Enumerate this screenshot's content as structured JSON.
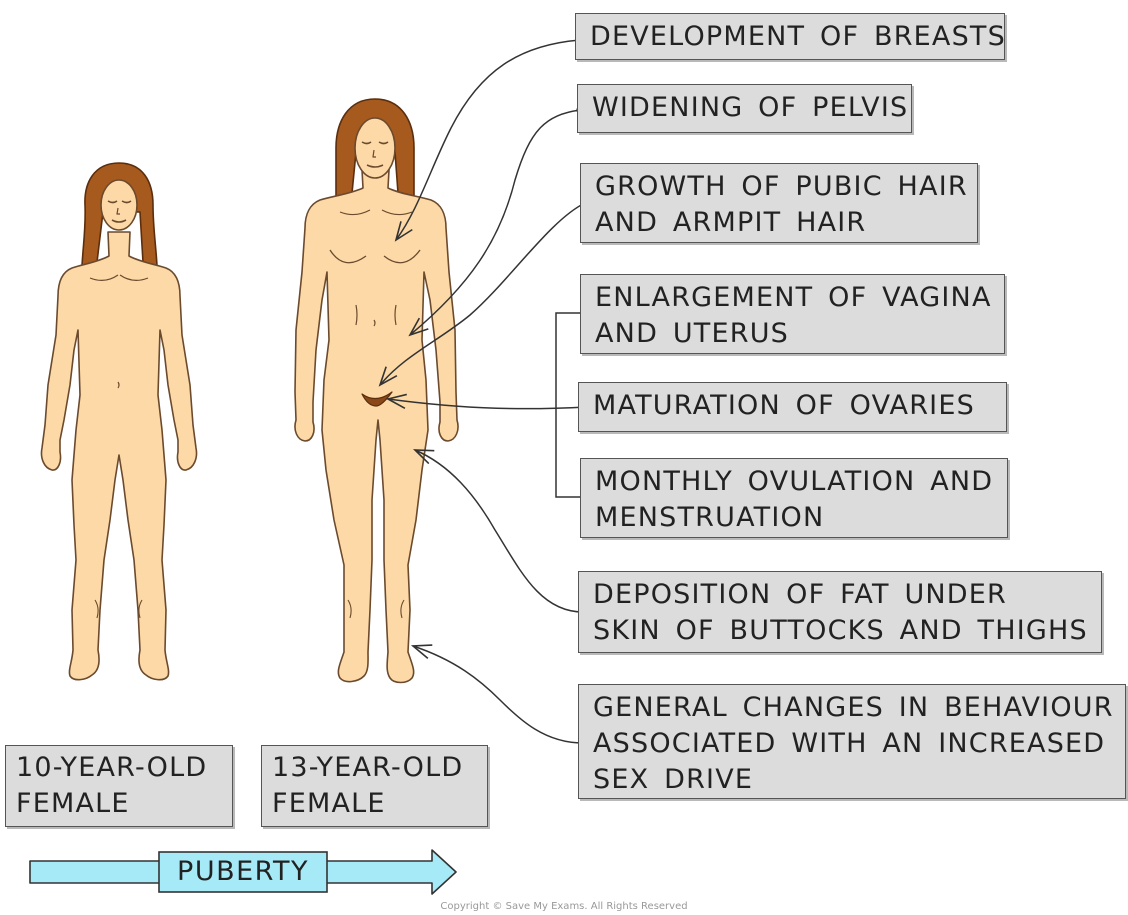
{
  "labels": [
    {
      "line1": "DEVELOPMENT OF BREASTS",
      "line2": "",
      "line3": ""
    },
    {
      "line1": "WIDENING OF PELVIS",
      "line2": "",
      "line3": ""
    },
    {
      "line1": "GROWTH OF PUBIC HAIR",
      "line2": "AND ARMPIT HAIR",
      "line3": ""
    },
    {
      "line1": "ENLARGEMENT OF VAGINA",
      "line2": "AND UTERUS",
      "line3": ""
    },
    {
      "line1": "MATURATION OF OVARIES",
      "line2": "",
      "line3": ""
    },
    {
      "line1": "MONTHLY OVULATION AND",
      "line2": "MENSTRUATION",
      "line3": ""
    },
    {
      "line1": "DEPOSITION OF FAT UNDER",
      "line2": "SKIN OF BUTTOCKS AND THIGHS",
      "line3": ""
    },
    {
      "line1": "GENERAL CHANGES IN BEHAVIOUR",
      "line2": "ASSOCIATED WITH AN INCREASED",
      "line3": "SEX DRIVE"
    }
  ],
  "ages": [
    {
      "line1": "10-YEAR-OLD",
      "line2": "FEMALE"
    },
    {
      "line1": "13-YEAR-OLD",
      "line2": "FEMALE"
    }
  ],
  "puberty": "PUBERTY",
  "copyright": "Copyright © Save My Exams. All Rights Reserved",
  "colors": {
    "skin": "#fcd9a6",
    "skin_outline": "#6b4a2e",
    "hair": "#a75a1e",
    "hair_outline": "#5a2e0e",
    "label_fill": "#dcdcdc",
    "arrow_fill": "#a6eaf7"
  }
}
